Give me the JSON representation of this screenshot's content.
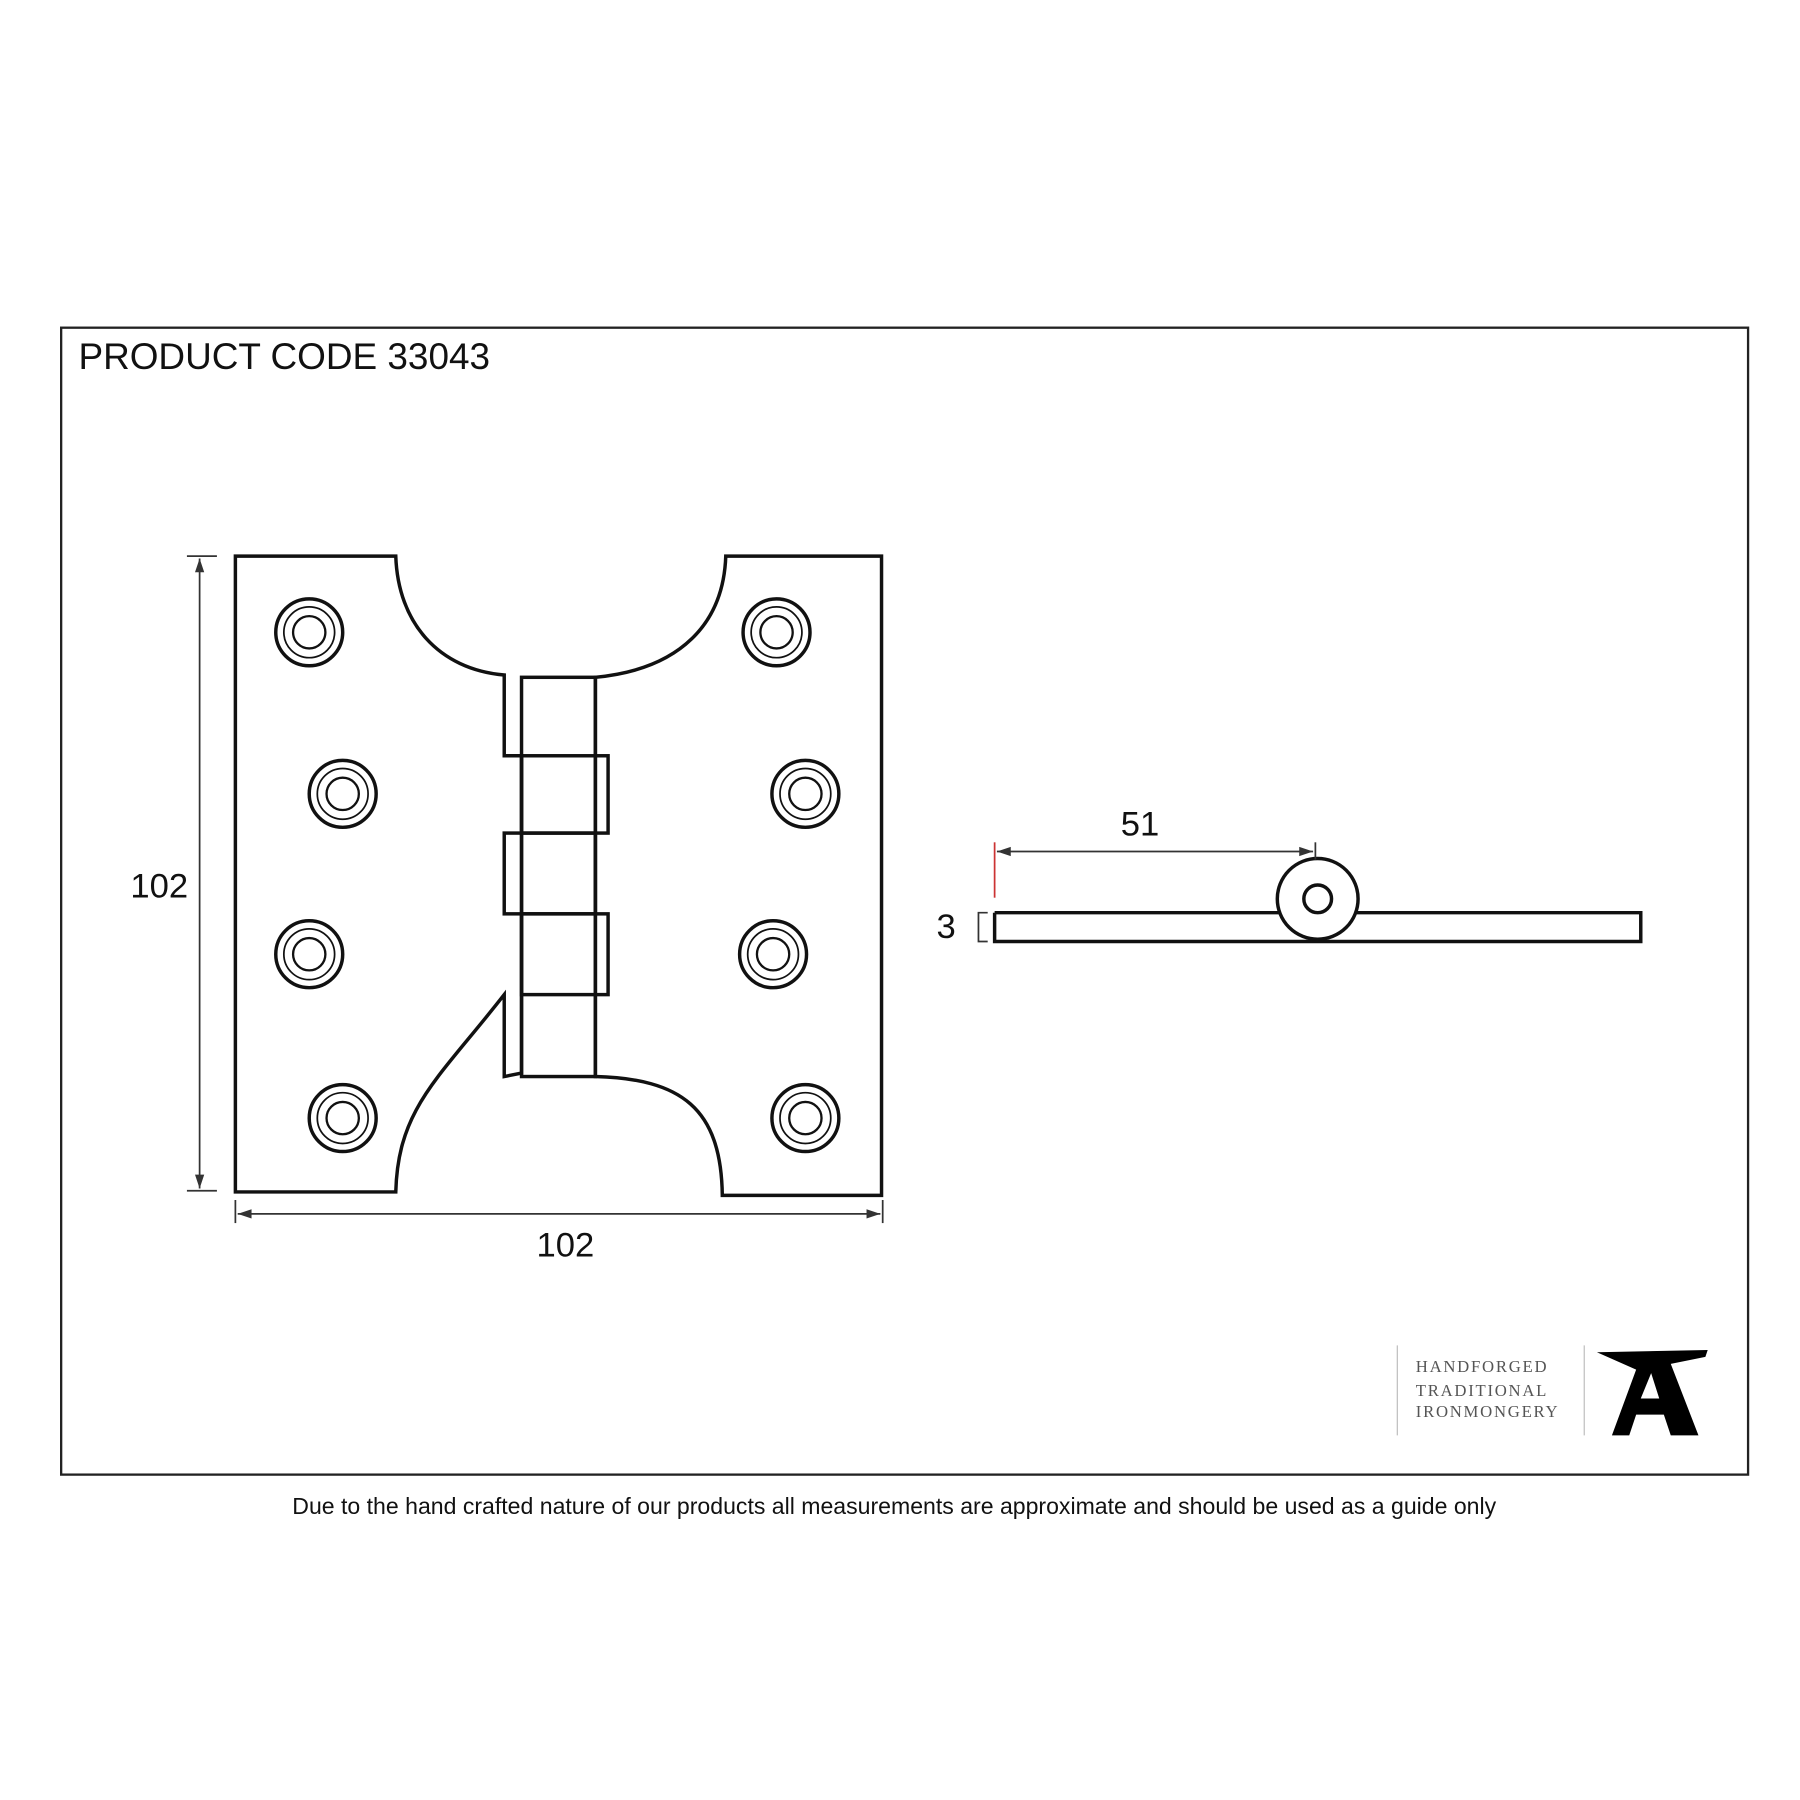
{
  "title": "PRODUCT CODE 33043",
  "dimensions": {
    "height": "102",
    "width": "102",
    "half_width": "51",
    "thickness": "3"
  },
  "disclaimer": "Due to the hand crafted nature of our products all measurements are approximate and should be used as a guide only",
  "logo": {
    "line1": "HANDFORGED",
    "line2": "TRADITIONAL",
    "line3": "IRONMONGERY"
  },
  "colors": {
    "line": "#111111",
    "accent_tick": "#cc3333"
  }
}
